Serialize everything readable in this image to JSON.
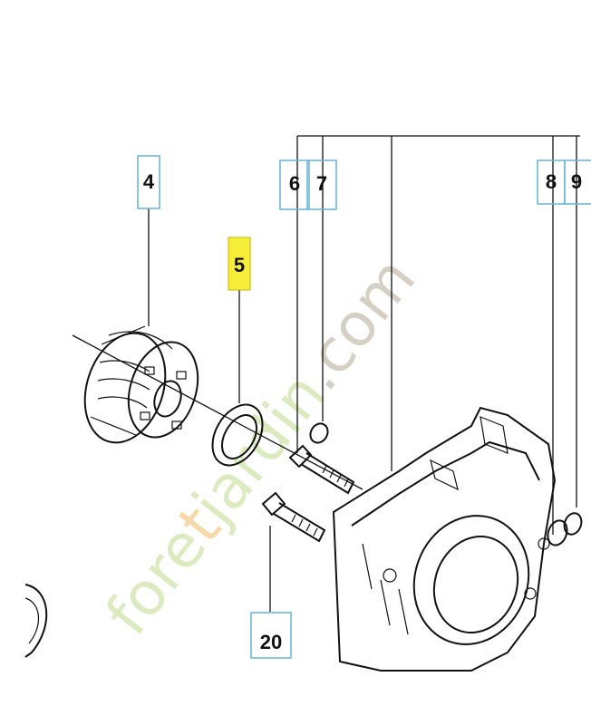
{
  "callouts": {
    "c4": "4",
    "c5": "5",
    "c6": "6",
    "c7": "7",
    "c8": "8",
    "c9": "9",
    "c20": "20"
  },
  "watermark": {
    "part1": "fore",
    "part2": "t",
    "part3": "jardin",
    "part4": ".com"
  },
  "colors": {
    "callout_border": "#6fb8d6",
    "highlight": "#f7ee3a",
    "watermark_green": "#dbeabf",
    "watermark_orange": "#f6d9a9",
    "watermark_gray": "#d6cfc4"
  }
}
